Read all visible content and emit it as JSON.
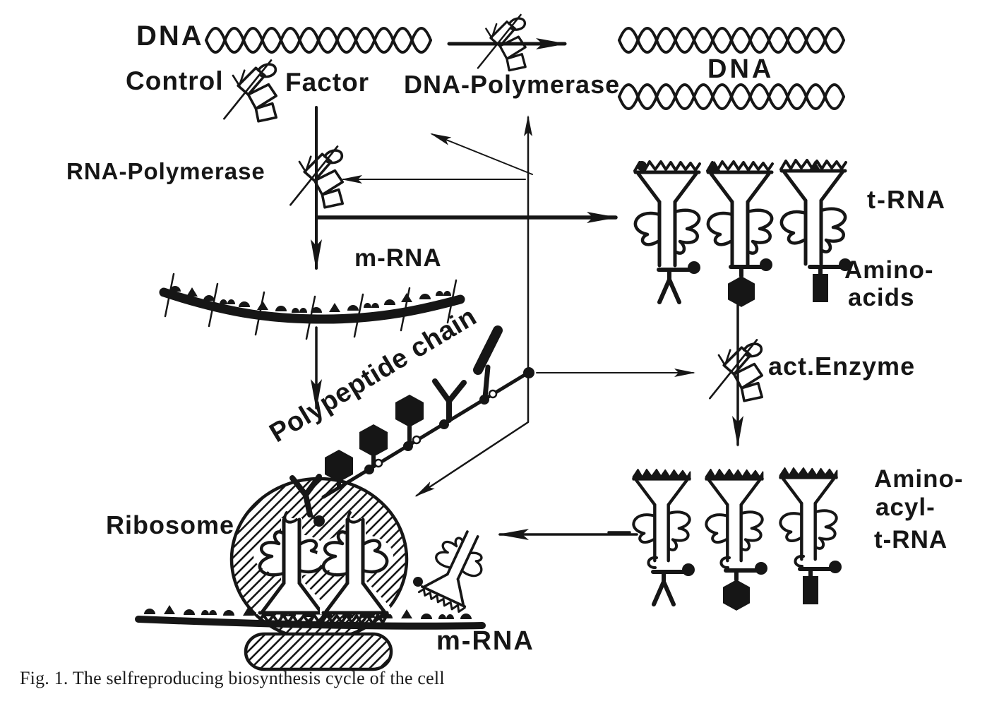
{
  "figure": {
    "caption": "Fig. 1. The selfreproducing biosynthesis cycle of the cell",
    "labels": {
      "dna_top_left": "DNA",
      "control": "Control",
      "factor": "Factor",
      "dna_polymerase": "DNA-Polymerase",
      "dna_top_right": "DNA",
      "rna_polymerase": "RNA-Polymerase",
      "m_rna_top": "m-RNA",
      "t_rna": "t-RNA",
      "amino_acids_line1": "Amino-",
      "amino_acids_line2": "acids",
      "act_enzyme": "act.Enzyme",
      "polypeptide_chain": "Polypeptide chain",
      "aminoacyl_line1": "Amino-",
      "aminoacyl_line2": "acyl-",
      "aminoacyl_line3": "t-RNA",
      "ribosome": "Ribosome",
      "m_rna_bottom": "m-RNA"
    },
    "colors": {
      "ink": "#161616",
      "paper": "#ffffff"
    }
  }
}
